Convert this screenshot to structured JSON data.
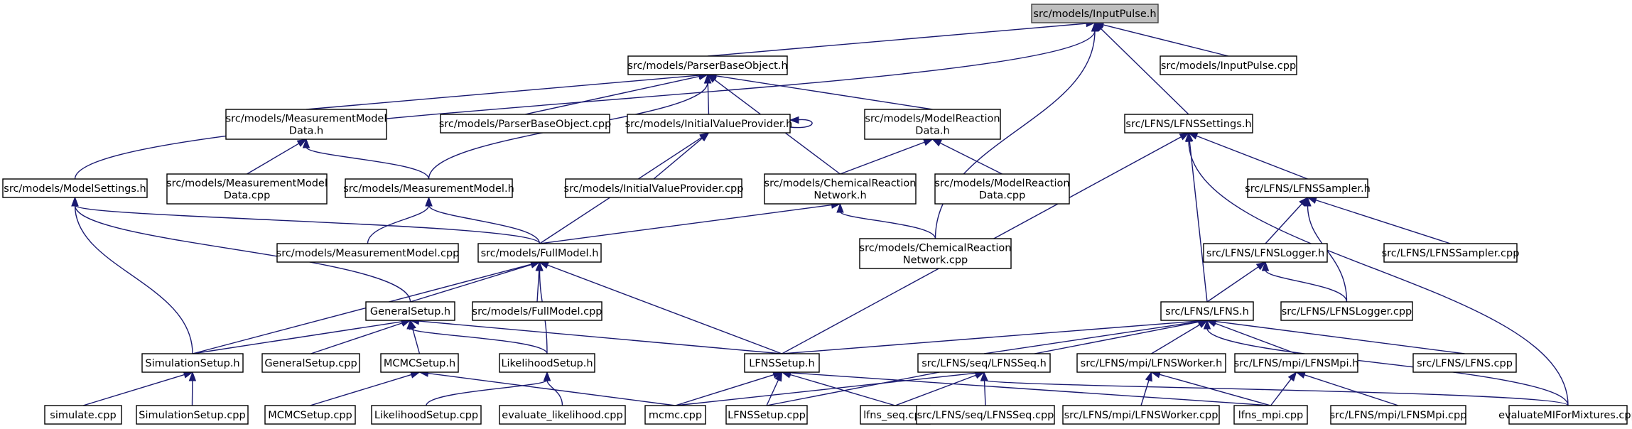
{
  "graph": {
    "arrow_color": "#191970",
    "root_fill": "#bfbfbf",
    "nodes": [
      {
        "id": "inputpulse_h",
        "lines": [
          "src/models/InputPulse.h"
        ]
      },
      {
        "id": "parserbase_h",
        "lines": [
          "src/models/ParserBaseObject.h"
        ]
      },
      {
        "id": "inputpulse_cpp",
        "lines": [
          "src/models/InputPulse.cpp"
        ]
      },
      {
        "id": "measmodeldata_h",
        "lines": [
          "src/models/MeasurementModel",
          "Data.h"
        ]
      },
      {
        "id": "parserbase_cpp",
        "lines": [
          "src/models/ParserBaseObject.cpp"
        ]
      },
      {
        "id": "initval_h",
        "lines": [
          "src/models/InitialValueProvider.h"
        ]
      },
      {
        "id": "modelreactiondata_h",
        "lines": [
          "src/models/ModelReaction",
          "Data.h"
        ]
      },
      {
        "id": "lfnssettings_h",
        "lines": [
          "src/LFNS/LFNSSettings.h"
        ]
      },
      {
        "id": "modelsettings_h",
        "lines": [
          "src/models/ModelSettings.h"
        ]
      },
      {
        "id": "measmodeldata_cpp",
        "lines": [
          "src/models/MeasurementModel",
          "Data.cpp"
        ]
      },
      {
        "id": "measmodel_h",
        "lines": [
          "src/models/MeasurementModel.h"
        ]
      },
      {
        "id": "initval_cpp",
        "lines": [
          "src/models/InitialValueProvider.cpp"
        ]
      },
      {
        "id": "chemnet_h",
        "lines": [
          "src/models/ChemicalReaction",
          "Network.h"
        ]
      },
      {
        "id": "modelreactiondata_cpp",
        "lines": [
          "src/models/ModelReaction",
          "Data.cpp"
        ]
      },
      {
        "id": "lfnssampler_h",
        "lines": [
          "src/LFNS/LFNSSampler.h"
        ]
      },
      {
        "id": "measmodel_cpp",
        "lines": [
          "src/models/MeasurementModel.cpp"
        ]
      },
      {
        "id": "fullmodel_h",
        "lines": [
          "src/models/FullModel.h"
        ]
      },
      {
        "id": "chemnet_cpp",
        "lines": [
          "src/models/ChemicalReaction",
          "Network.cpp"
        ]
      },
      {
        "id": "lfnslogger_h",
        "lines": [
          "src/LFNS/LFNSLogger.h"
        ]
      },
      {
        "id": "lfnssampler_cpp",
        "lines": [
          "src/LFNS/LFNSSampler.cpp"
        ]
      },
      {
        "id": "generalsetup_h",
        "lines": [
          "GeneralSetup.h"
        ]
      },
      {
        "id": "fullmodel_cpp",
        "lines": [
          "src/models/FullModel.cpp"
        ]
      },
      {
        "id": "lfns_h",
        "lines": [
          "src/LFNS/LFNS.h"
        ]
      },
      {
        "id": "lfnslogger_cpp",
        "lines": [
          "src/LFNS/LFNSLogger.cpp"
        ]
      },
      {
        "id": "simsetup_h",
        "lines": [
          "SimulationSetup.h"
        ]
      },
      {
        "id": "generalsetup_cpp",
        "lines": [
          "GeneralSetup.cpp"
        ]
      },
      {
        "id": "mcmcsetup_h",
        "lines": [
          "MCMCSetup.h"
        ]
      },
      {
        "id": "likesetup_h",
        "lines": [
          "LikelihoodSetup.h"
        ]
      },
      {
        "id": "lfnssetup_h",
        "lines": [
          "LFNSSetup.h"
        ]
      },
      {
        "id": "lfnsseq_h",
        "lines": [
          "src/LFNS/seq/LFNSSeq.h"
        ]
      },
      {
        "id": "lfnsworker_h",
        "lines": [
          "src/LFNS/mpi/LFNSWorker.h"
        ]
      },
      {
        "id": "lfnsmpi_h",
        "lines": [
          "src/LFNS/mpi/LFNSMpi.h"
        ]
      },
      {
        "id": "lfns_cpp",
        "lines": [
          "src/LFNS/LFNS.cpp"
        ]
      },
      {
        "id": "simulate_cpp",
        "lines": [
          "simulate.cpp"
        ]
      },
      {
        "id": "simsetup_cpp",
        "lines": [
          "SimulationSetup.cpp"
        ]
      },
      {
        "id": "mcmcsetup_cpp",
        "lines": [
          "MCMCSetup.cpp"
        ]
      },
      {
        "id": "likesetup_cpp",
        "lines": [
          "LikelihoodSetup.cpp"
        ]
      },
      {
        "id": "evallike_cpp",
        "lines": [
          "evaluate_likelihood.cpp"
        ]
      },
      {
        "id": "mcmc_cpp",
        "lines": [
          "mcmc.cpp"
        ]
      },
      {
        "id": "lfnssetup_cpp",
        "lines": [
          "LFNSSetup.cpp"
        ]
      },
      {
        "id": "lfnsseq_main_cpp",
        "lines": [
          "lfns_seq.cpp"
        ]
      },
      {
        "id": "lfnsseq_cpp",
        "lines": [
          "src/LFNS/seq/LFNSSeq.cpp"
        ]
      },
      {
        "id": "lfnsworker_cpp",
        "lines": [
          "src/LFNS/mpi/LFNSWorker.cpp"
        ]
      },
      {
        "id": "lfnsmpi_main_cpp",
        "lines": [
          "lfns_mpi.cpp"
        ]
      },
      {
        "id": "lfnsmpi_cpp",
        "lines": [
          "src/LFNS/mpi/LFNSMpi.cpp"
        ]
      },
      {
        "id": "evalmi_cpp",
        "lines": [
          "evaluateMIForMixtures.cpp"
        ]
      }
    ],
    "edges": [
      [
        "parserbase_h",
        "inputpulse_h"
      ],
      [
        "inputpulse_cpp",
        "inputpulse_h"
      ],
      [
        "lfnssettings_h",
        "inputpulse_h"
      ],
      [
        "modelsettings_h",
        "inputpulse_h"
      ],
      [
        "chemnet_cpp",
        "inputpulse_h"
      ],
      [
        "measmodeldata_h",
        "parserbase_h"
      ],
      [
        "parserbase_cpp",
        "parserbase_h"
      ],
      [
        "initval_h",
        "parserbase_h"
      ],
      [
        "modelreactiondata_h",
        "parserbase_h"
      ],
      [
        "chemnet_h",
        "parserbase_h"
      ],
      [
        "measmodel_h",
        "parserbase_h"
      ],
      [
        "initval_h",
        "initval_h"
      ],
      [
        "initval_cpp",
        "initval_h"
      ],
      [
        "fullmodel_h",
        "initval_h"
      ],
      [
        "measmodeldata_cpp",
        "measmodeldata_h"
      ],
      [
        "measmodel_h",
        "measmodeldata_h"
      ],
      [
        "chemnet_h",
        "modelreactiondata_h"
      ],
      [
        "modelreactiondata_cpp",
        "modelreactiondata_h"
      ],
      [
        "chemnet_cpp",
        "chemnet_h"
      ],
      [
        "fullmodel_h",
        "chemnet_h"
      ],
      [
        "measmodel_cpp",
        "measmodel_h"
      ],
      [
        "fullmodel_h",
        "measmodel_h"
      ],
      [
        "fullmodel_h",
        "modelsettings_h"
      ],
      [
        "generalsetup_h",
        "modelsettings_h"
      ],
      [
        "simsetup_h",
        "modelsettings_h"
      ],
      [
        "lfnssampler_h",
        "lfnssettings_h"
      ],
      [
        "lfns_h",
        "lfnssettings_h"
      ],
      [
        "lfnssetup_h",
        "lfnssettings_h"
      ],
      [
        "evalmi_cpp",
        "lfnssettings_h"
      ],
      [
        "lfnslogger_h",
        "lfnssampler_h"
      ],
      [
        "lfnslogger_cpp",
        "lfnssampler_h"
      ],
      [
        "lfnssampler_cpp",
        "lfnssampler_h"
      ],
      [
        "lfns_h",
        "lfnslogger_h"
      ],
      [
        "lfnslogger_cpp",
        "lfnslogger_h"
      ],
      [
        "generalsetup_h",
        "fullmodel_h"
      ],
      [
        "fullmodel_cpp",
        "fullmodel_h"
      ],
      [
        "simsetup_h",
        "fullmodel_h"
      ],
      [
        "likesetup_h",
        "fullmodel_h"
      ],
      [
        "lfnssetup_h",
        "fullmodel_h"
      ],
      [
        "simsetup_h",
        "generalsetup_h"
      ],
      [
        "generalsetup_cpp",
        "generalsetup_h"
      ],
      [
        "mcmcsetup_h",
        "generalsetup_h"
      ],
      [
        "likesetup_h",
        "generalsetup_h"
      ],
      [
        "lfnssetup_h",
        "generalsetup_h"
      ],
      [
        "simulate_cpp",
        "simsetup_h"
      ],
      [
        "simsetup_cpp",
        "simsetup_h"
      ],
      [
        "mcmcsetup_cpp",
        "mcmcsetup_h"
      ],
      [
        "mcmc_cpp",
        "mcmcsetup_h"
      ],
      [
        "likesetup_cpp",
        "likesetup_h"
      ],
      [
        "evallike_cpp",
        "likesetup_h"
      ],
      [
        "mcmc_cpp",
        "lfnssetup_h"
      ],
      [
        "lfnssetup_cpp",
        "lfnssetup_h"
      ],
      [
        "lfnsseq_main_cpp",
        "lfnssetup_h"
      ],
      [
        "lfnsmpi_main_cpp",
        "lfnssetup_h"
      ],
      [
        "lfnssetup_h",
        "lfns_h"
      ],
      [
        "lfnsseq_h",
        "lfns_h"
      ],
      [
        "lfnsworker_h",
        "lfns_h"
      ],
      [
        "lfnsmpi_h",
        "lfns_h"
      ],
      [
        "lfns_cpp",
        "lfns_h"
      ],
      [
        "lfnssetup_cpp",
        "lfns_h"
      ],
      [
        "evalmi_cpp",
        "lfns_h"
      ],
      [
        "mcmc_cpp",
        "lfnsseq_h"
      ],
      [
        "lfnsseq_main_cpp",
        "lfnsseq_h"
      ],
      [
        "lfnsseq_cpp",
        "lfnsseq_h"
      ],
      [
        "evalmi_cpp",
        "lfnsseq_h"
      ],
      [
        "lfnsworker_cpp",
        "lfnsworker_h"
      ],
      [
        "lfnsmpi_main_cpp",
        "lfnsworker_h"
      ],
      [
        "lfnsmpi_main_cpp",
        "lfnsmpi_h"
      ],
      [
        "lfnsmpi_cpp",
        "lfnsmpi_h"
      ]
    ]
  }
}
